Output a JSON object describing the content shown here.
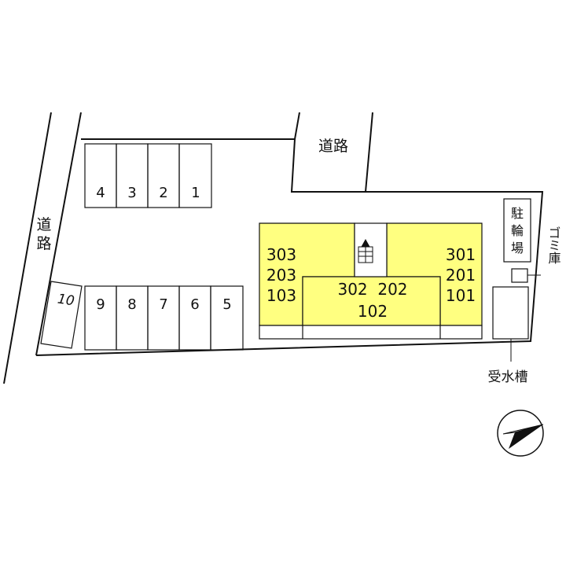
{
  "roads": {
    "left_label_line1": "道",
    "left_label_line2": "路",
    "top_label": "道路"
  },
  "parking": {
    "top_row": [
      "4",
      "3",
      "2",
      "1"
    ],
    "bottom_row": [
      "10",
      "9",
      "8",
      "7",
      "6",
      "5"
    ]
  },
  "building": {
    "left_units": [
      "303",
      "203",
      "103"
    ],
    "center_units_line1": "302  202",
    "center_units_line2": "102",
    "right_units": [
      "301",
      "201",
      "101"
    ]
  },
  "facilities": {
    "bicycle_parking": [
      "駐",
      "輪",
      "場"
    ],
    "garbage_label": "ゴミ庫",
    "water_tank_label": "受水槽"
  },
  "colors": {
    "building_fill": "#ffff80",
    "line": "#111111"
  },
  "compass": {
    "icon": "north-arrow-icon"
  }
}
